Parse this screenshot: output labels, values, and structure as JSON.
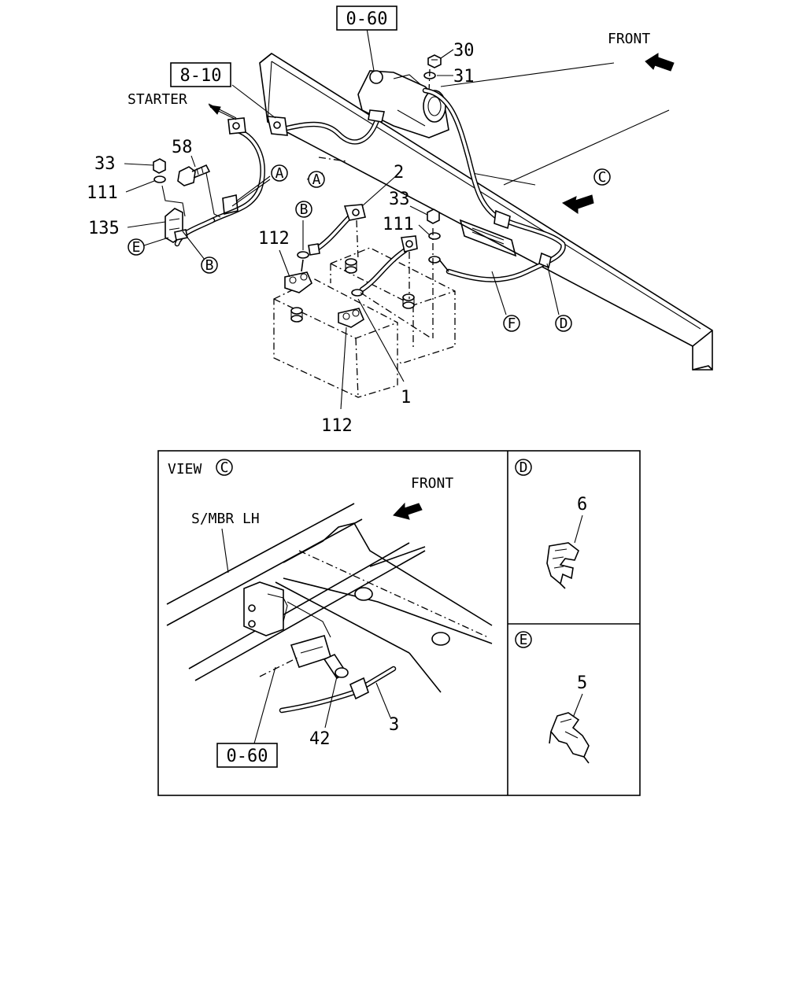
{
  "refs": {
    "ref_0_60_top": "0-60",
    "ref_8_10": "8-10",
    "ref_0_60_view": "0-60"
  },
  "labels": {
    "front_top": "FRONT",
    "starter": "STARTER",
    "view_c": "VIEW",
    "front_view": "FRONT",
    "smbr_lh": "S/MBR LH"
  },
  "circle_refs": {
    "A": "A",
    "B": "B",
    "C": "C",
    "D": "D",
    "E": "E",
    "F": "F"
  },
  "part_numbers": {
    "p30": "30",
    "p31": "31",
    "p33_left": "33",
    "p58": "58",
    "p111_left": "111",
    "p135": "135",
    "p2": "2",
    "p33_right": "33",
    "p111_right": "111",
    "p112_top": "112",
    "p112_bottom": "112",
    "p1": "1",
    "p6": "6",
    "p5": "5",
    "p42": "42",
    "p3": "3"
  }
}
